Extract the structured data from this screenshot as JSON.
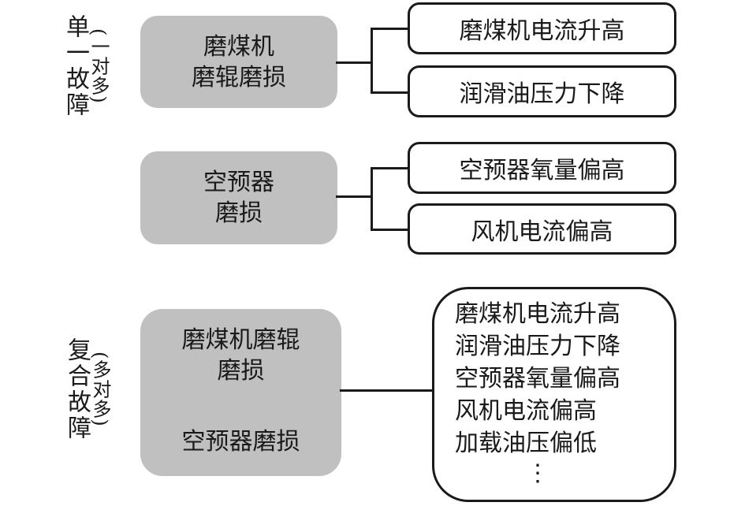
{
  "diagram": {
    "colors": {
      "fault_box_fill": "#c0c0c0",
      "symptom_box_border": "#1a1a1a",
      "connector": "#1a1a1a",
      "text": "#1a1a1a",
      "background": "#ffffff"
    },
    "section_single": {
      "label_main": "单一故障",
      "label_paren": "(一对多)",
      "pairs": [
        {
          "fault": "磨煤机\n磨辊磨损",
          "symptoms": [
            "磨煤机电流升高",
            "润滑油压力下降"
          ]
        },
        {
          "fault": "空预器\n磨损",
          "symptoms": [
            "空预器氧量偏高",
            "风机电流偏高"
          ]
        }
      ]
    },
    "section_compound": {
      "label_main": "复合故障",
      "label_paren": "(多对多)",
      "fault_top": "磨煤机磨辊\n磨损",
      "fault_bottom": "空预器磨损",
      "symptoms": [
        "磨煤机电流升高",
        "润滑油压力下降",
        "空预器氧量偏高",
        "风机电流偏高",
        "加载油压偏低"
      ],
      "ellipsis": "⋮"
    }
  }
}
